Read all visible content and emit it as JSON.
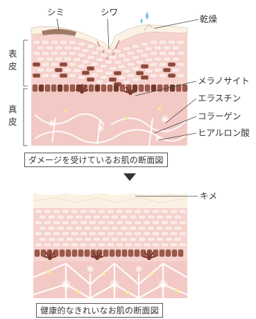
{
  "top": {
    "labels": {
      "shimi": "シミ",
      "shiwa": "シワ",
      "dryness": "乾燥",
      "epidermis": "表\n皮",
      "dermis": "真\n皮",
      "melanocyte": "メラノサイト",
      "elastin": "エラスチン",
      "collagen": "コラーゲン",
      "hyaluronic": "ヒアルロン酸"
    },
    "caption": "ダメージを受けているお肌の断面図"
  },
  "bottom": {
    "labels": {
      "kime": "キメ"
    },
    "caption": "健康的なきれいなお肌の断面図"
  },
  "colors": {
    "surface": "#fbf2e3",
    "epidermis": "#f7d3cf",
    "cell": "#fbeae5",
    "dark_cell": "#8a4a3a",
    "basal": "#9c5a4a",
    "dermis": "#f2c9c5",
    "fiber": "#ffffff",
    "yellow": "#f5e27a"
  }
}
